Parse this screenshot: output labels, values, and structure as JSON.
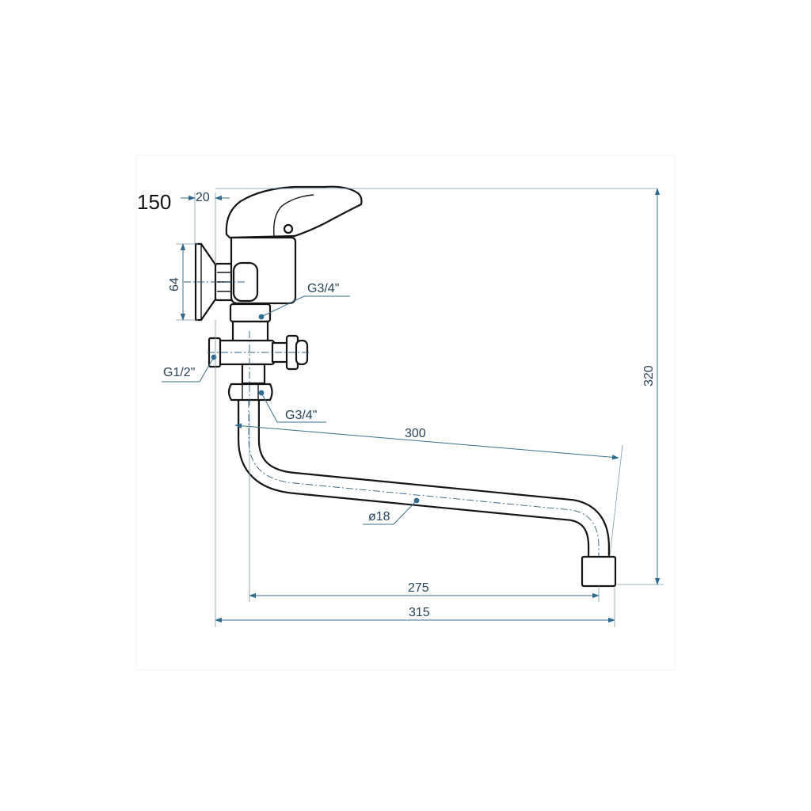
{
  "dimensions": {
    "wall_offset": "150",
    "flange": "20",
    "flange_height": "64",
    "inlet_thread": "G3/4\"",
    "side_port_thread": "G1/2\"",
    "spout_thread": "G3/4\"",
    "spout_reach": "300",
    "pipe_diameter": "ø18",
    "spout_horizontal": "275",
    "overall_width": "315",
    "overall_height": "320"
  }
}
